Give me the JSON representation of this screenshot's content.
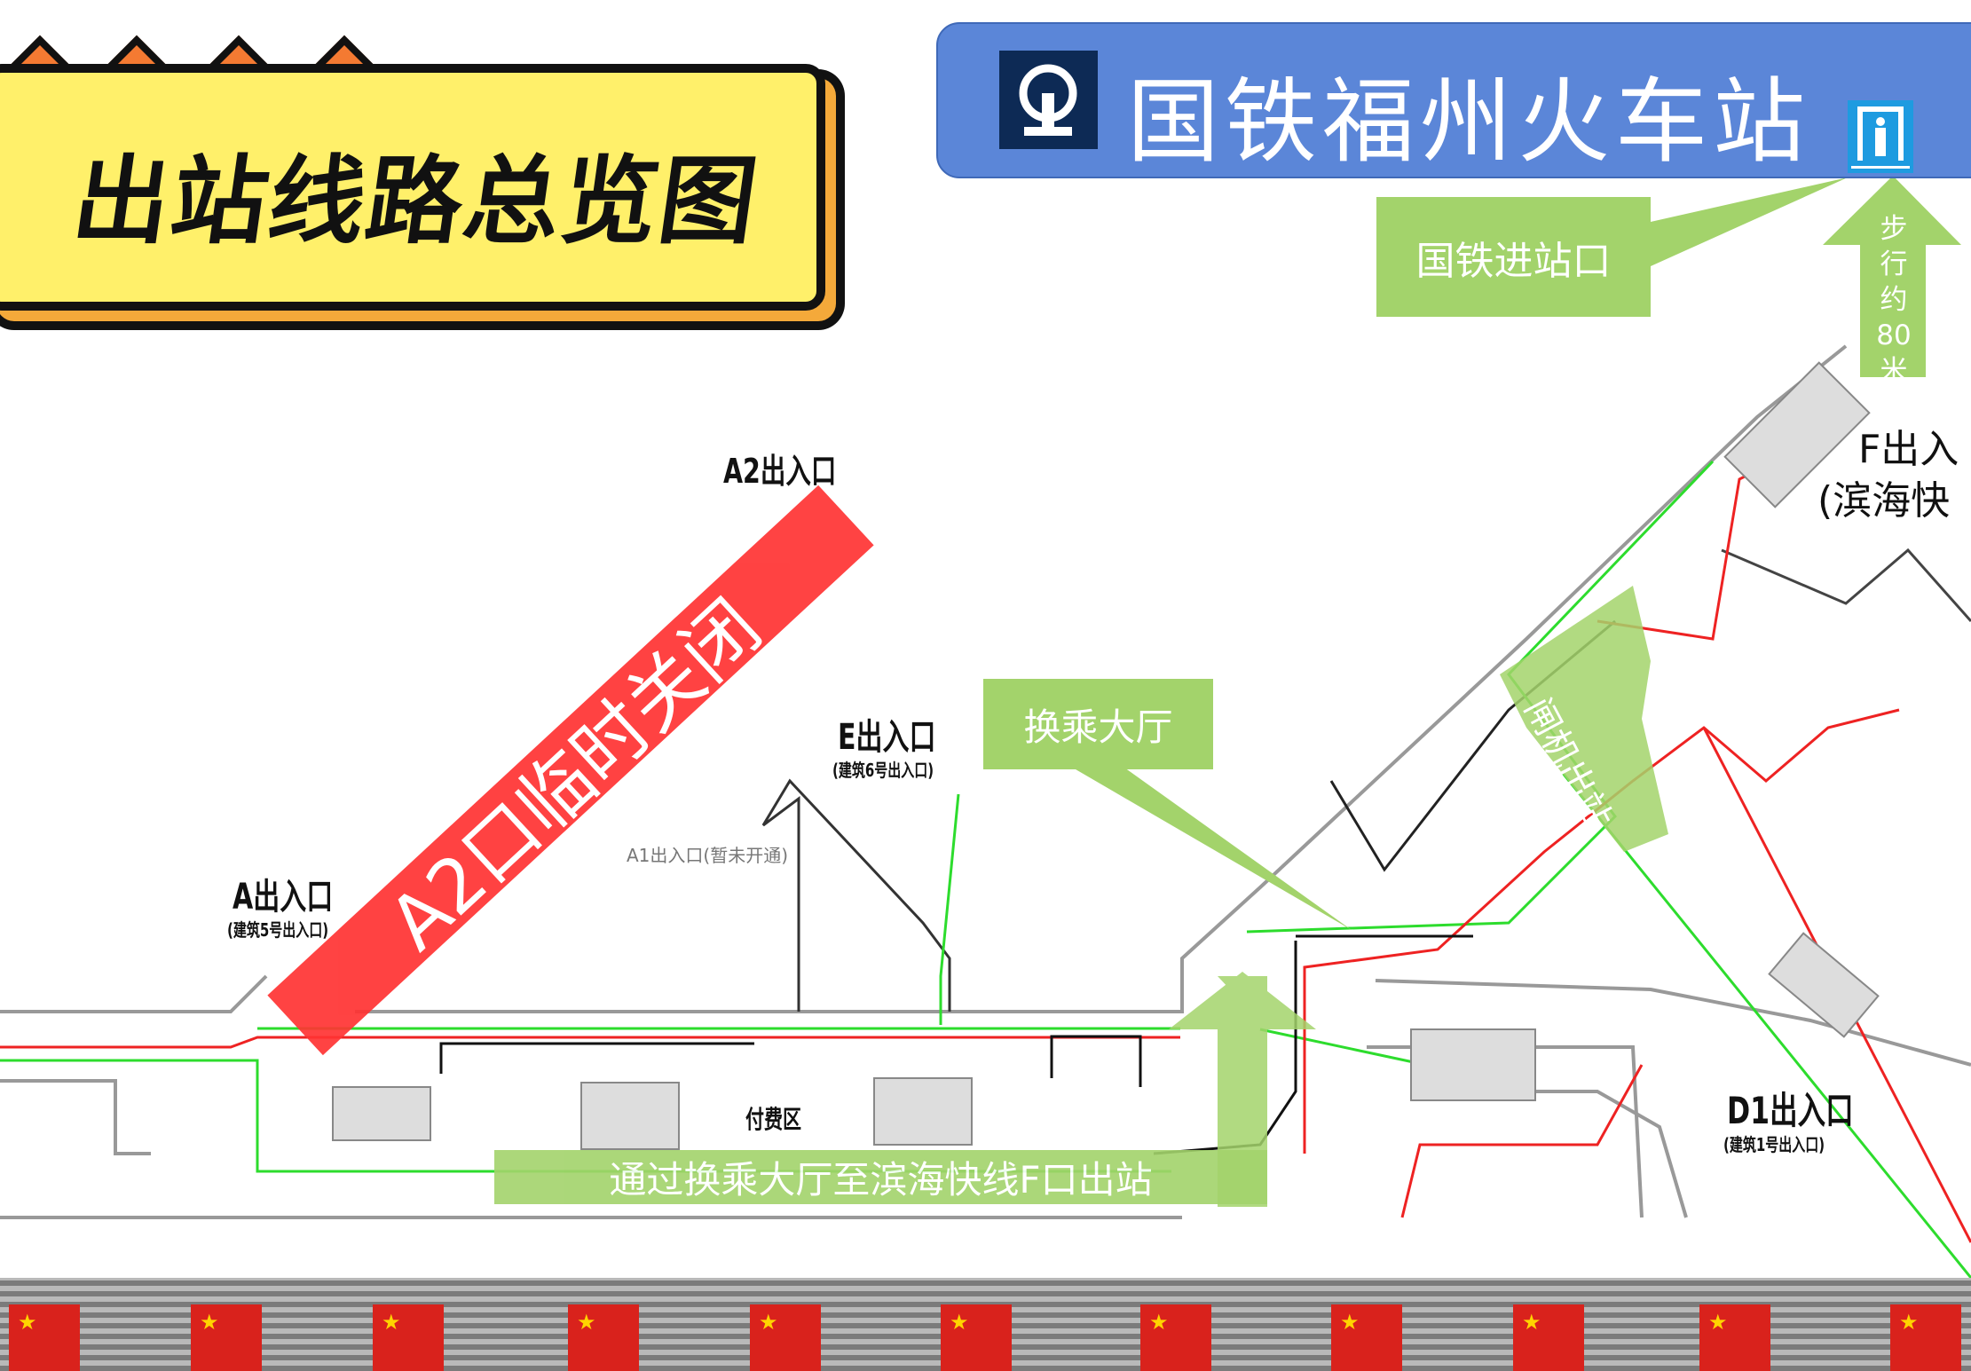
{
  "title": "出站线路总览图",
  "header": {
    "title": "国铁福州火车站",
    "logo_icon": "china-railway-logo-icon",
    "entry_icon": "entrance-gate-icon"
  },
  "callouts": {
    "railway_entrance": "国铁进站口",
    "walk_distance": [
      "步",
      "行",
      "约",
      "80",
      "米"
    ],
    "transfer_hall": "换乘大厅",
    "route_banner": "通过换乘大厅至滨海快线F口出站",
    "gate_exit": "闸机出站"
  },
  "closure": "A2口临时关闭",
  "exits": {
    "a2": "A2出入口",
    "e": "E出入口",
    "e_sub": "(建筑6号出入口)",
    "a1": "A1出入口(暂未开通)",
    "a": "A出入口",
    "a_sub": "(建筑5号出入口)",
    "f": "F出入",
    "f_sub": "(滨海快",
    "d1": "D1出入口",
    "d1_sub": "(建筑1号出入口)"
  },
  "paid_area": "付费区",
  "colors": {
    "callout": "#a3d36b",
    "header": "#5b86d8",
    "closure": "#ff3333",
    "title_bg": "#fff06a",
    "exit_route": "#22dd22",
    "entry_route": "#ee2222"
  }
}
